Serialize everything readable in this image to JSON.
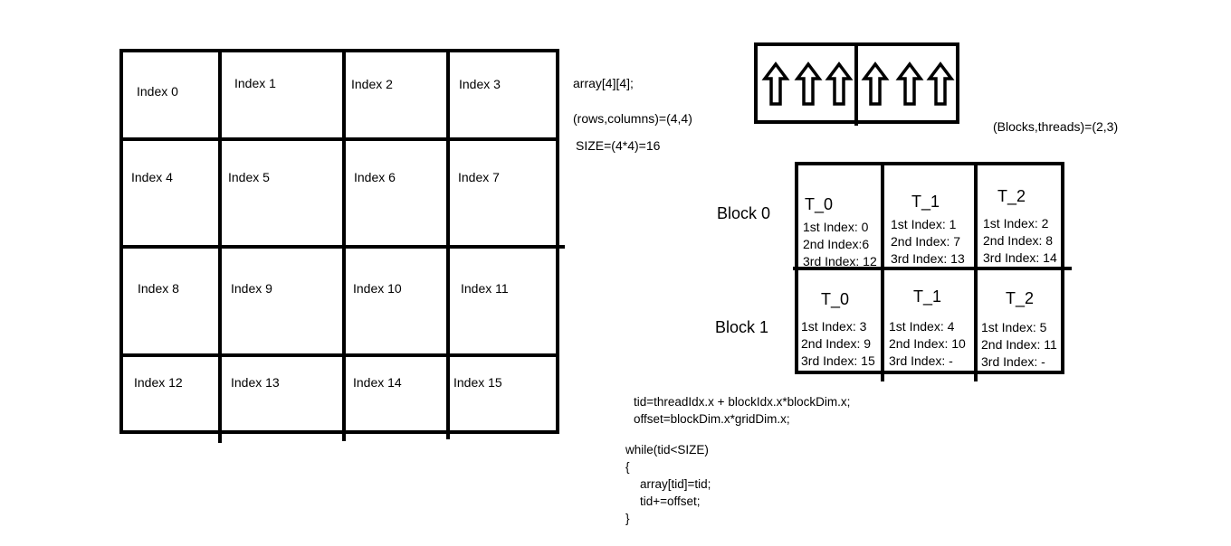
{
  "array_cells": [
    "Index 0",
    "Index 1",
    "Index 2",
    "Index 3",
    "Index 4",
    "Index 5",
    "Index 6",
    "Index 7",
    "Index 8",
    "Index 9",
    "Index 10",
    "Index 11",
    "Index 12",
    "Index 13",
    "Index 14",
    "Index 15"
  ],
  "notes": {
    "array_decl": "array[4][4];",
    "rows_cols": "(rows,columns)=(4,4)",
    "size": "SIZE=(4*4)=16",
    "blocks_threads": "(Blocks,threads)=(2,3)"
  },
  "blocks": [
    {
      "label": "Block 0",
      "threads": [
        {
          "name": "T_0",
          "lines": [
            "1st Index: 0",
            "2nd Index:6",
            "3rd Index: 12"
          ]
        },
        {
          "name": "T_1",
          "lines": [
            "1st Index: 1",
            "2nd Index: 7",
            "3rd Index: 13"
          ]
        },
        {
          "name": "T_2",
          "lines": [
            "1st Index: 2",
            "2nd Index: 8",
            "3rd Index: 14"
          ]
        }
      ]
    },
    {
      "label": "Block 1",
      "threads": [
        {
          "name": "T_0",
          "lines": [
            "1st Index: 3",
            "2nd Index: 9",
            "3rd Index: 15"
          ]
        },
        {
          "name": "T_1",
          "lines": [
            "1st Index: 4",
            "2nd Index: 10",
            "3rd Index: -"
          ]
        },
        {
          "name": "T_2",
          "lines": [
            "1st Index: 5",
            "2nd Index: 11",
            "3rd Index: -"
          ]
        }
      ]
    }
  ],
  "code": [
    "tid=threadIdx.x + blockIdx.x*blockDim.x;",
    "offset=blockDim.x*gridDim.x;",
    "while(tid<SIZE)",
    "{",
    "array[tid]=tid;",
    "tid+=offset;",
    "}"
  ],
  "icons": {
    "thread_arrow": "up-arrow-icon"
  },
  "colors": {
    "ink": "#000000",
    "background": "#ffffff"
  }
}
